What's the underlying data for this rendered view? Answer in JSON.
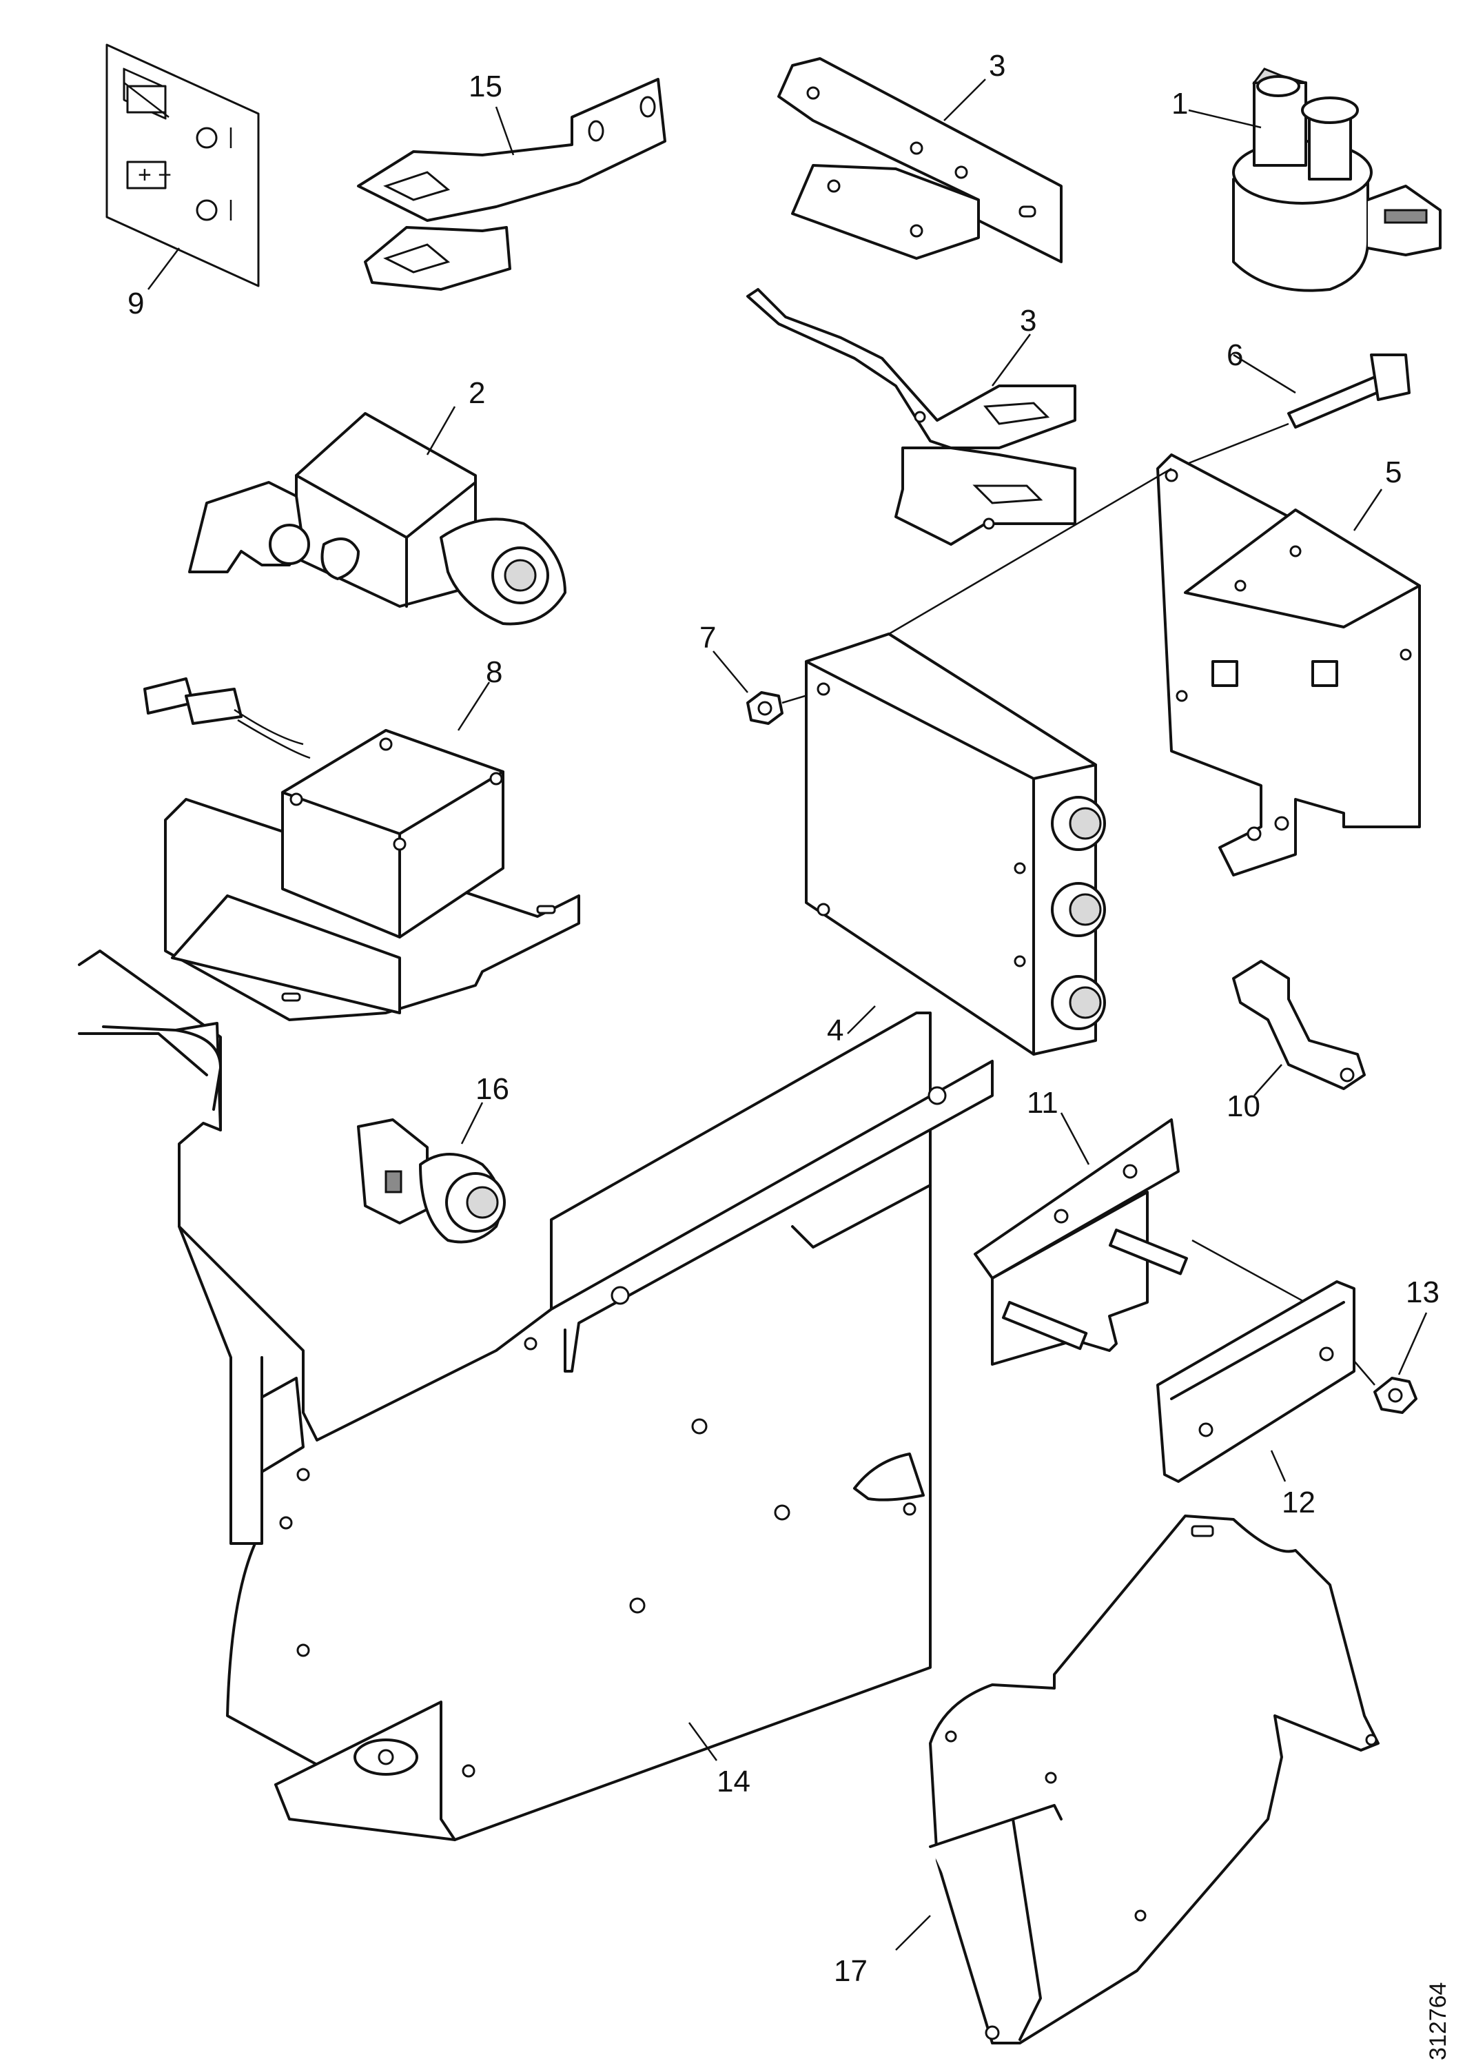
{
  "callouts": {
    "c1": "1",
    "c2": "2",
    "c3a": "3",
    "c3b": "3",
    "c4": "4",
    "c5": "5",
    "c6": "6",
    "c7": "7",
    "c8": "8",
    "c9": "9",
    "c10": "10",
    "c11": "11",
    "c12": "12",
    "c13": "13",
    "c14": "14",
    "c15": "15",
    "c16": "16",
    "c17": "17"
  },
  "document_number": "312764",
  "colors": {
    "line": "#111111",
    "fill": "#ffffff",
    "shade": "#d9d9d9"
  }
}
